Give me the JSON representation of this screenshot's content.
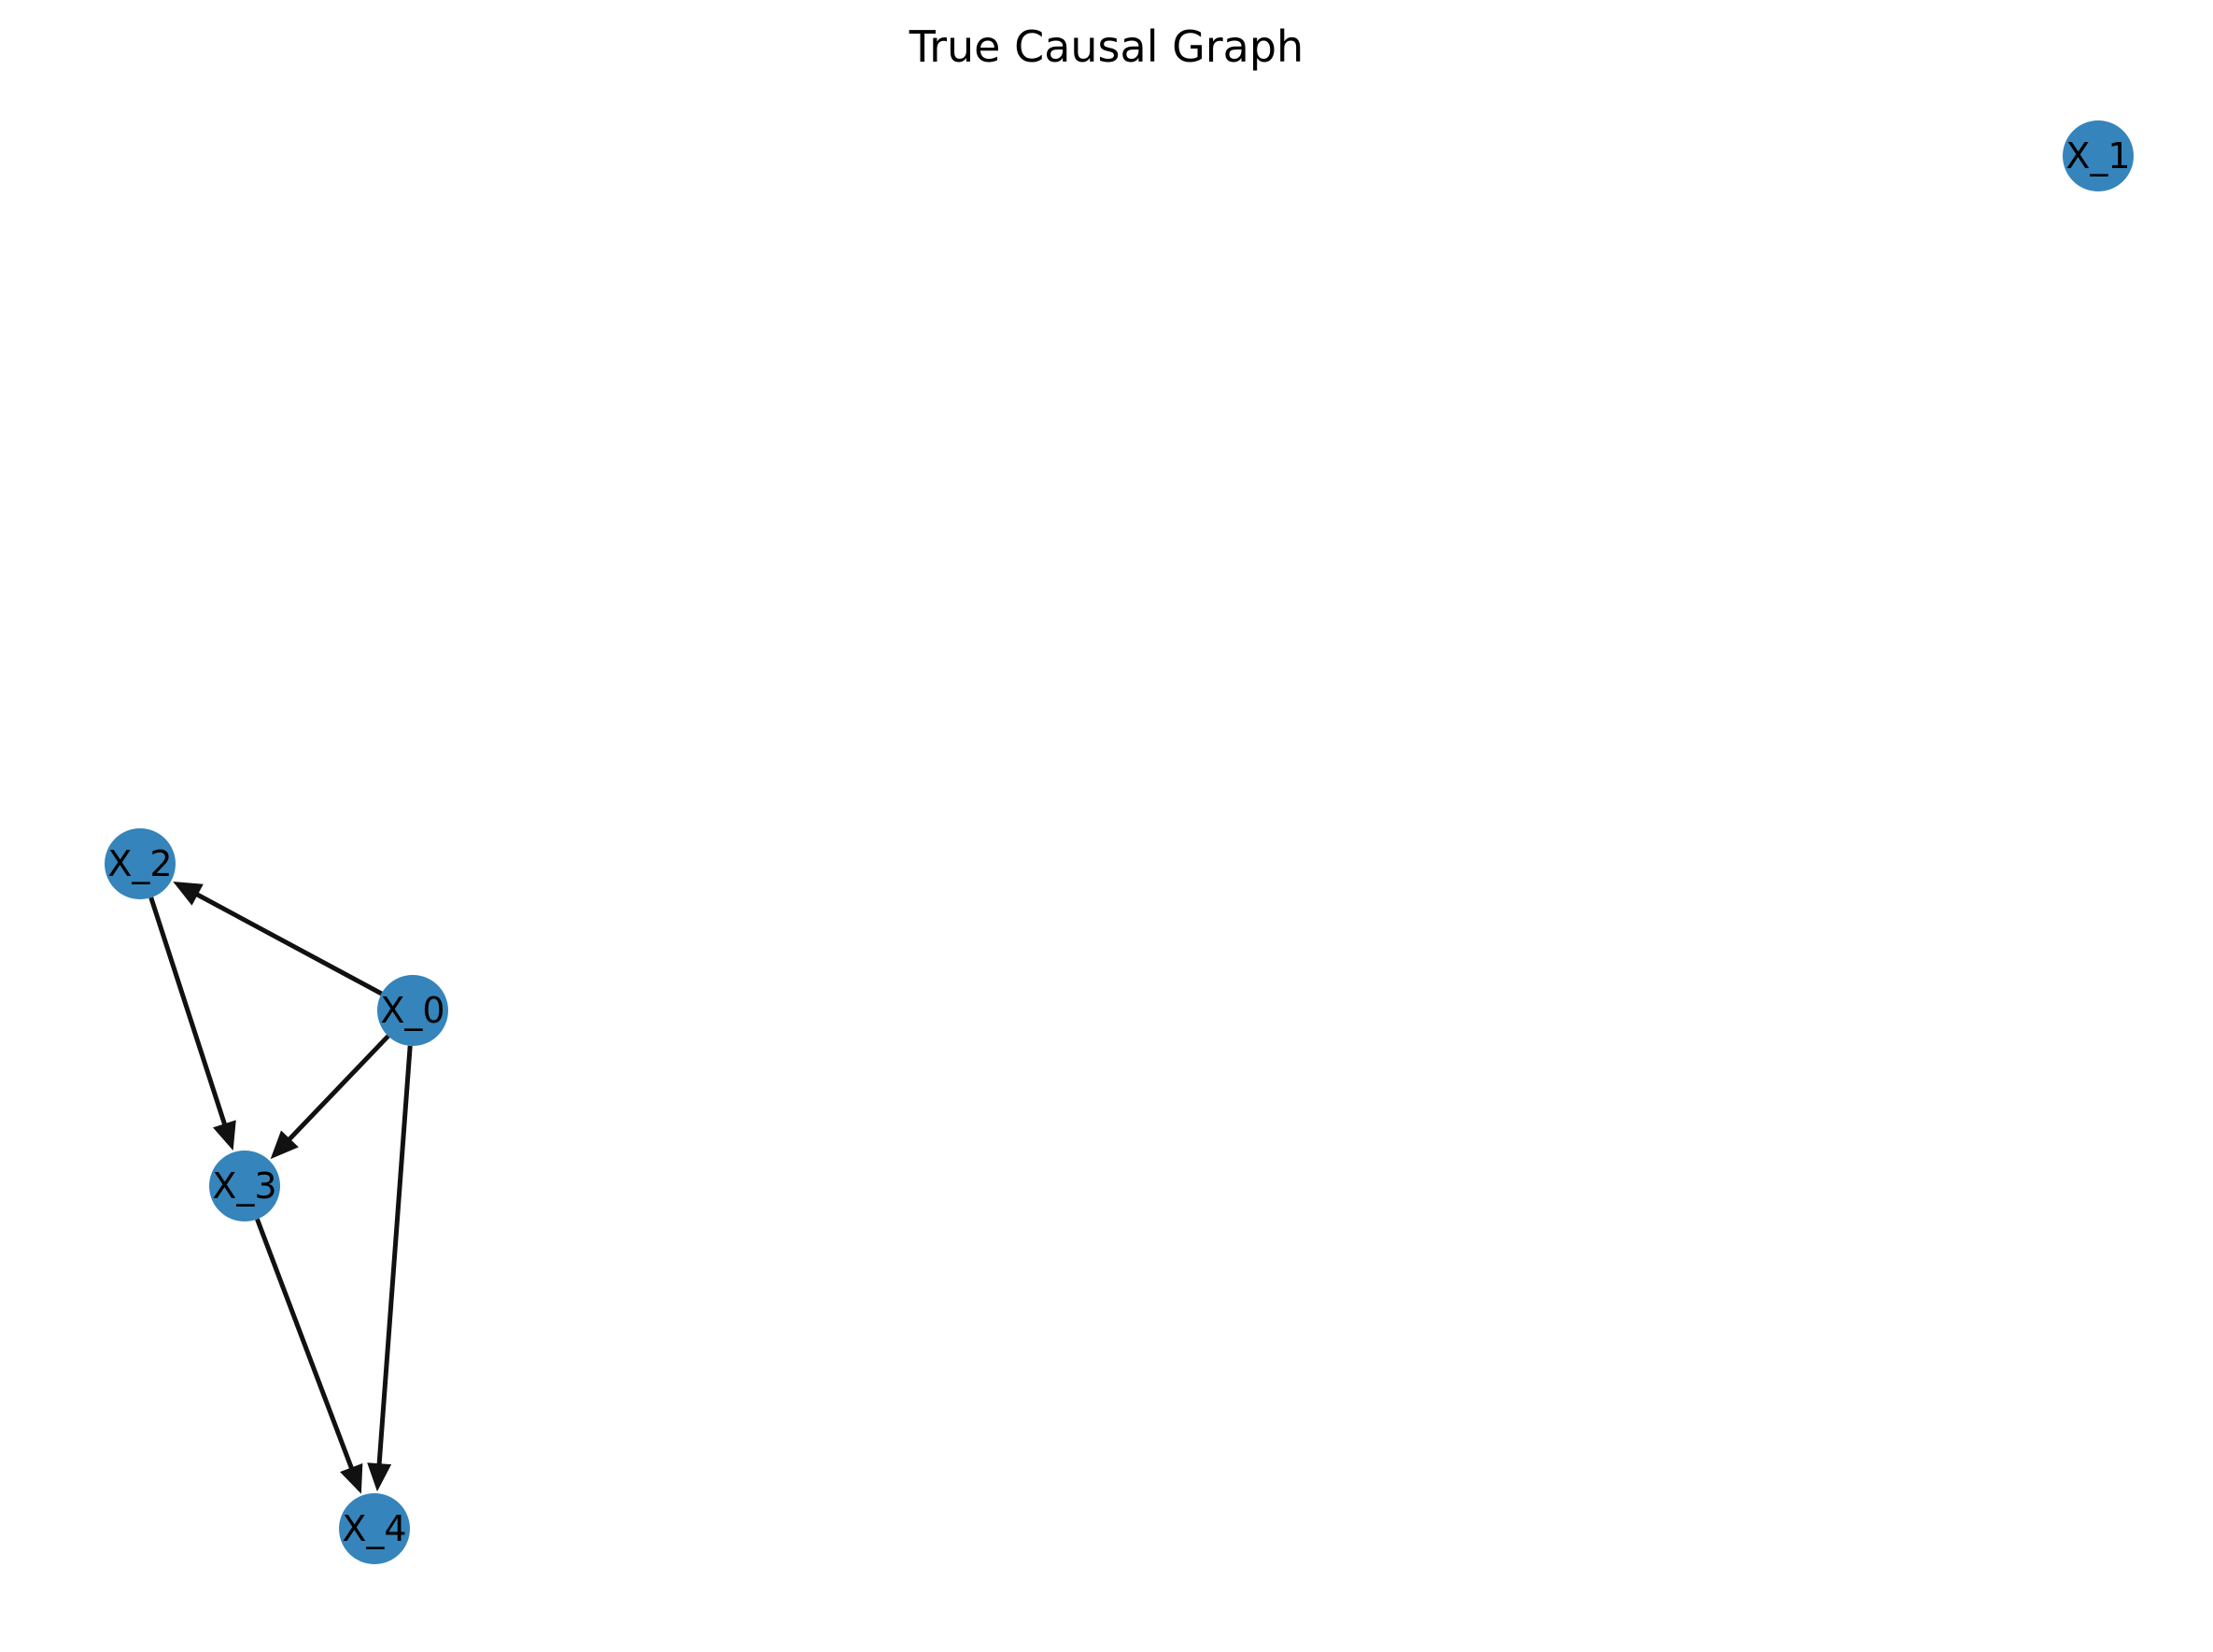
{
  "graph": {
    "title": "True Causal Graph",
    "node_color": "#1f77b4",
    "edge_color": "#111111",
    "nodes": [
      {
        "id": "X_0",
        "label": "X_0"
      },
      {
        "id": "X_1",
        "label": "X_1"
      },
      {
        "id": "X_2",
        "label": "X_2"
      },
      {
        "id": "X_3",
        "label": "X_3"
      },
      {
        "id": "X_4",
        "label": "X_4"
      }
    ],
    "edges": [
      {
        "from": "X_0",
        "to": "X_2"
      },
      {
        "from": "X_0",
        "to": "X_3"
      },
      {
        "from": "X_0",
        "to": "X_4"
      },
      {
        "from": "X_2",
        "to": "X_3"
      },
      {
        "from": "X_3",
        "to": "X_4"
      }
    ]
  }
}
